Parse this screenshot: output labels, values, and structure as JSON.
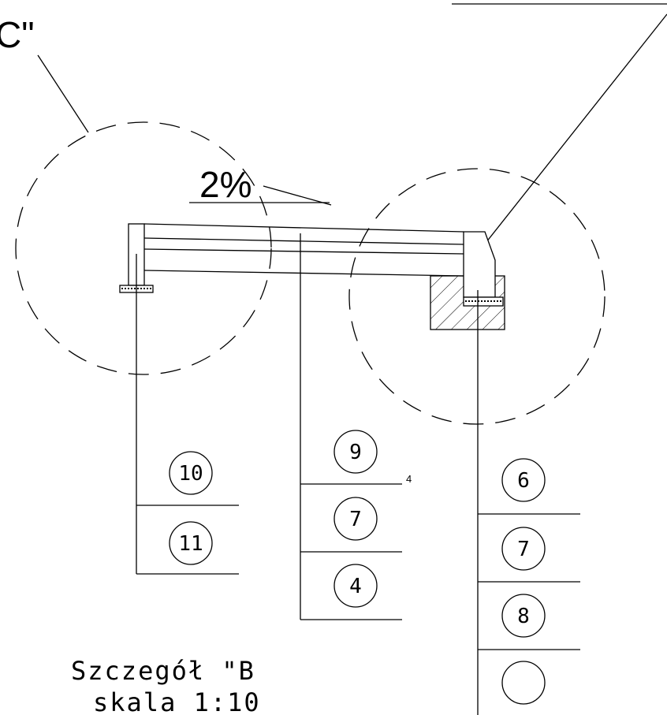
{
  "detail_label_c": "C\"",
  "slope": "2%",
  "tag_4": "4",
  "title": {
    "line1": "Szczegół \"B",
    "line2": "skala 1:10"
  },
  "leader_groups": {
    "left": [
      "10",
      "11"
    ],
    "middle": [
      "9",
      "7",
      "4"
    ],
    "right": [
      "6",
      "7",
      "8",
      ""
    ]
  }
}
